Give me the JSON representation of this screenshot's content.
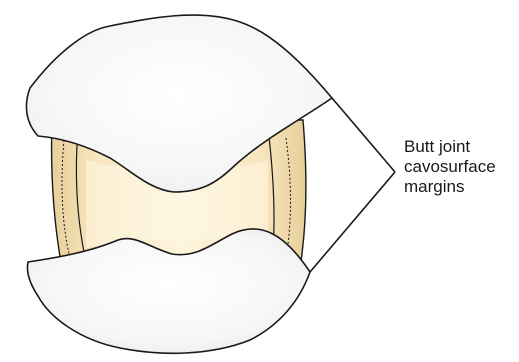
{
  "callout": {
    "lines": [
      "Butt joint",
      "cavosurface",
      "margins"
    ]
  },
  "colors": {
    "tooth_enamel": "#f7f7f7",
    "tooth_outline": "#1a1a1a",
    "preparation_light": "#fdf3da",
    "preparation_dark": "#e9d3a6",
    "leader_line": "#1a1a1a"
  },
  "icons": [
    "tooth-cusp-shape",
    "cavity-preparation-shape"
  ]
}
